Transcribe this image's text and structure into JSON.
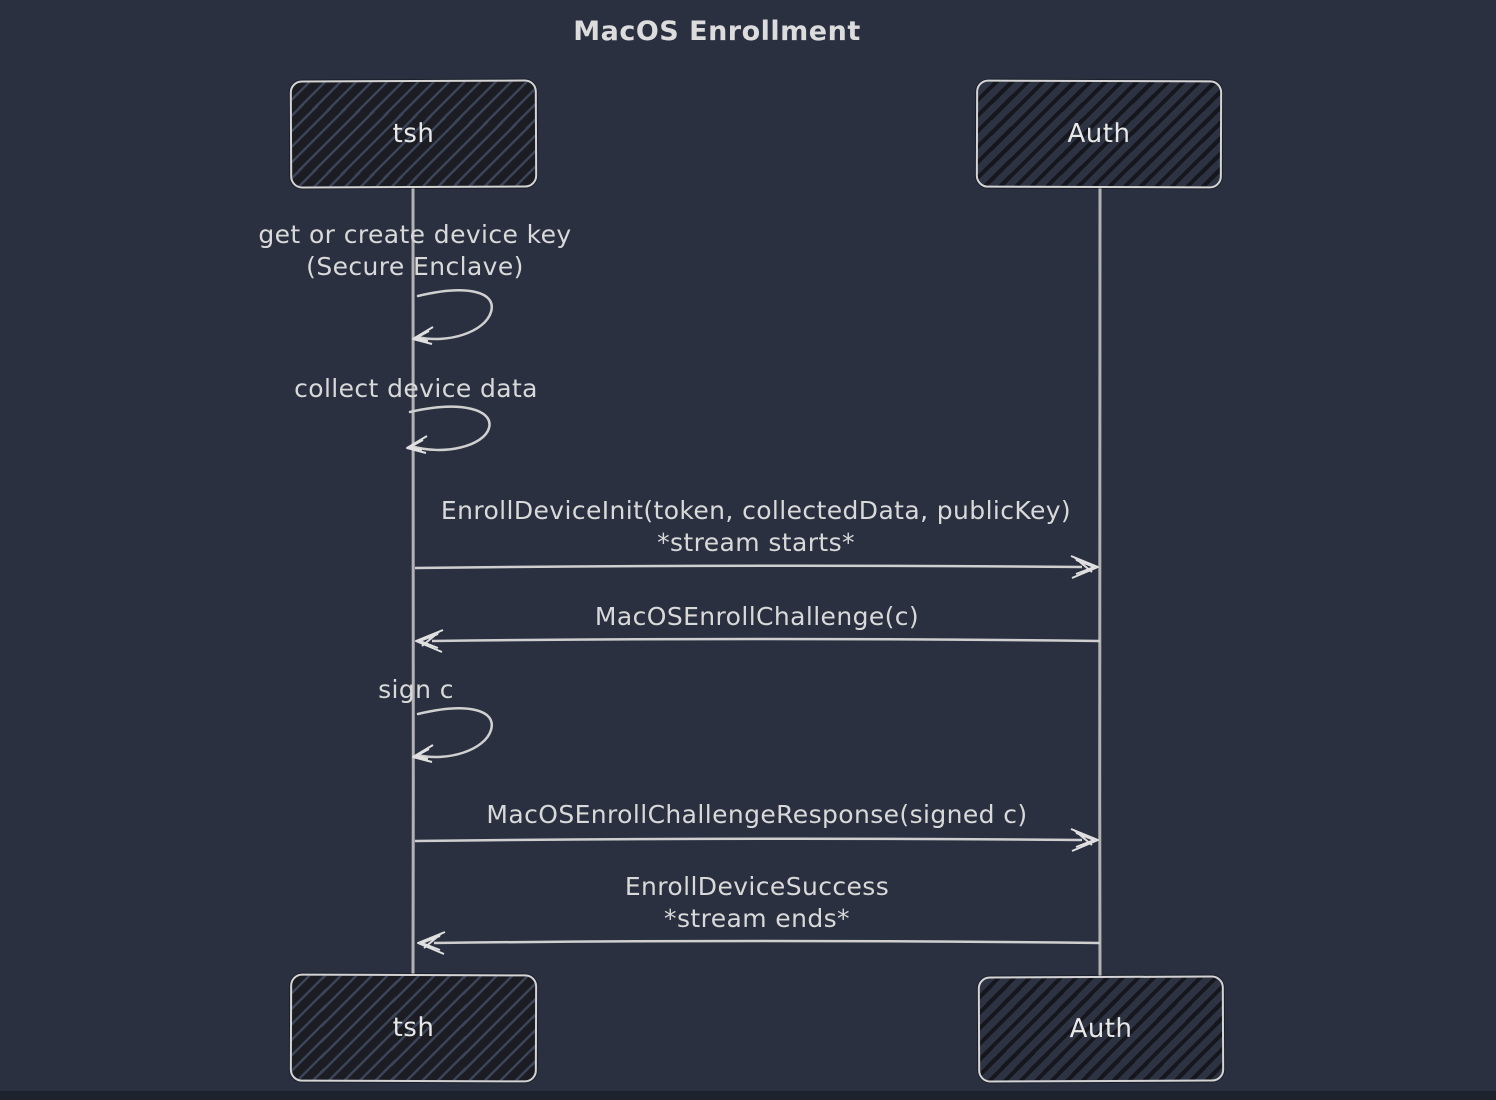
{
  "title": "MacOS Enrollment",
  "actors": {
    "tsh": "tsh",
    "auth": "Auth"
  },
  "self_actions": [
    {
      "line1": "get or create device key",
      "line2": "(Secure Enclave)"
    },
    {
      "line1": "collect device data"
    },
    {
      "line1": "sign c"
    }
  ],
  "messages": [
    {
      "line1": "EnrollDeviceInit(token, collectedData, publicKey)",
      "line2": "*stream starts*",
      "direction": "right"
    },
    {
      "line1": "MacOSEnrollChallenge(c)",
      "direction": "left"
    },
    {
      "line1": "MacOSEnrollChallengeResponse(signed c)",
      "direction": "right"
    },
    {
      "line1": "EnrollDeviceSuccess",
      "line2": "*stream ends*",
      "direction": "left"
    }
  ],
  "colors": {
    "background": "#2a3040",
    "text": "#d9d9d9",
    "line": "#cfcfcf",
    "lifeline": "#b2b2b2",
    "box_border": "#d4d4d4",
    "tsh_box_fill": "#1b1d22",
    "tsh_box_stripe": "#3c4459",
    "auth_box_fill": "#2d3342",
    "auth_box_stripe": "#15171d"
  }
}
